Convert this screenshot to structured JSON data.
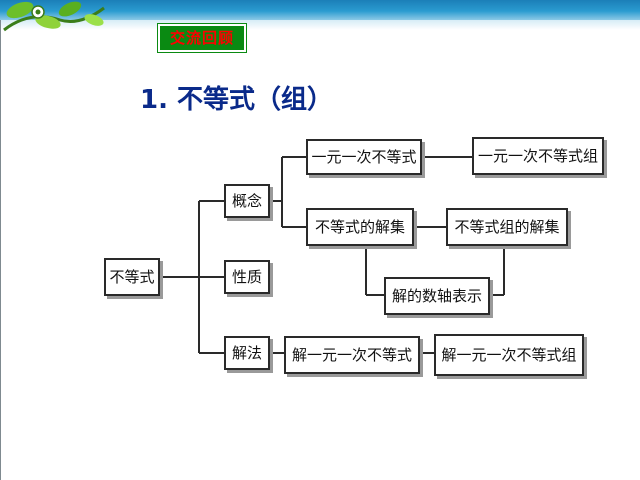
{
  "header": {
    "badge": "交流回顾"
  },
  "title": "1. 不等式（组）",
  "nodes": {
    "root": "不等式",
    "concept": "概念",
    "property": "性质",
    "method": "解法",
    "linear_ineq": "一元一次不等式",
    "linear_system": "一元一次不等式组",
    "ineq_solution_set": "不等式的解集",
    "system_solution_set": "不等式组的解集",
    "number_line": "解的数轴表示",
    "solve_linear_ineq": "解一元一次不等式",
    "solve_linear_system": "解一元一次不等式组"
  },
  "colors": {
    "header_bar": "#2a9bd0",
    "badge_bg": "#0a8a12",
    "badge_text": "#ff0000",
    "title_text": "#0a2a8a"
  }
}
